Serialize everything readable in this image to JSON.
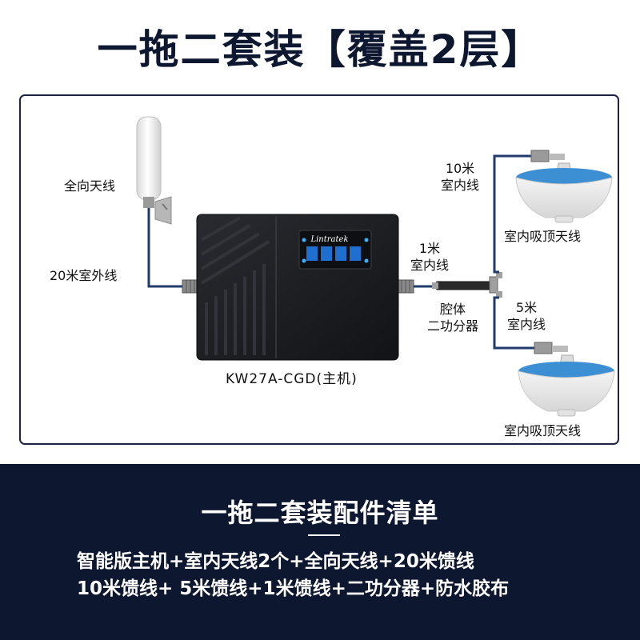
{
  "title": "一拖二套装【覆盖2层】",
  "diagram": {
    "outdoor_antenna_label": "全向天线",
    "outdoor_cable_label": "20米室外线",
    "host_label": "KW27A-CGD(主机)",
    "host_brand": "Lintratek",
    "short_cable_label": [
      "1米",
      "室内线"
    ],
    "splitter_label": [
      "腔体",
      "二功分器"
    ],
    "cable_10m_label": [
      "10米",
      "室内线"
    ],
    "cable_5m_label": [
      "5米",
      "室内线"
    ],
    "ceiling_antenna_top_label": "室内吸顶天线",
    "ceiling_antenna_bottom_label": "室内吸顶天线"
  },
  "accessories": {
    "heading": "一拖二套装配件清单",
    "line1": "智能版主机+室内天线2个+全向天线+20米馈线",
    "line2": "10米馈线+ 5米馈线+1米馈线+二功分器+防水胶布"
  },
  "colors": {
    "navy": "#0d1730",
    "ceiling_antenna_blue": "#3d8fd4",
    "host_body": "#1b1c20"
  }
}
